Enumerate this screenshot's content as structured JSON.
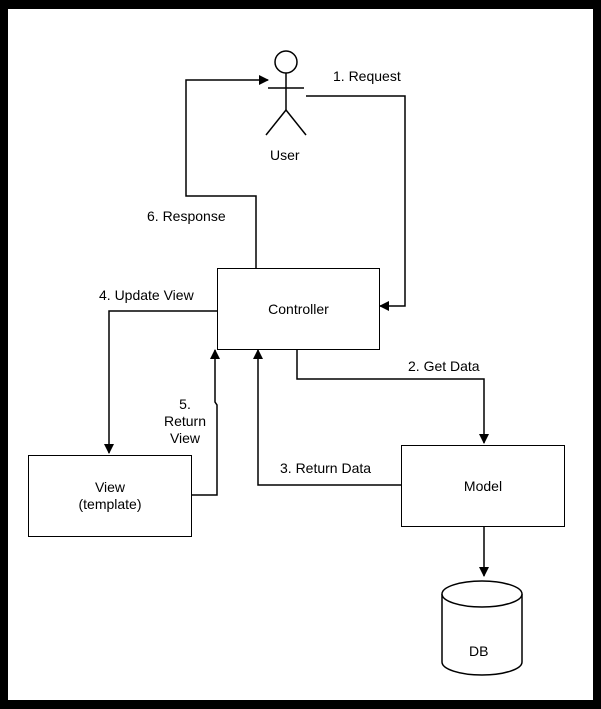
{
  "diagram": {
    "actor": {
      "label": "User"
    },
    "nodes": {
      "controller": "Controller",
      "model": "Model",
      "view_line1": "View",
      "view_line2": "(template)",
      "db": "DB"
    },
    "edges": {
      "request": "1. Request",
      "get_data": "2. Get Data",
      "return_data": "3. Return Data",
      "update_view": "4. Update View",
      "return_view_line1": "5.",
      "return_view_line2": "Return",
      "return_view_line3": "View",
      "response": "6. Response"
    }
  }
}
